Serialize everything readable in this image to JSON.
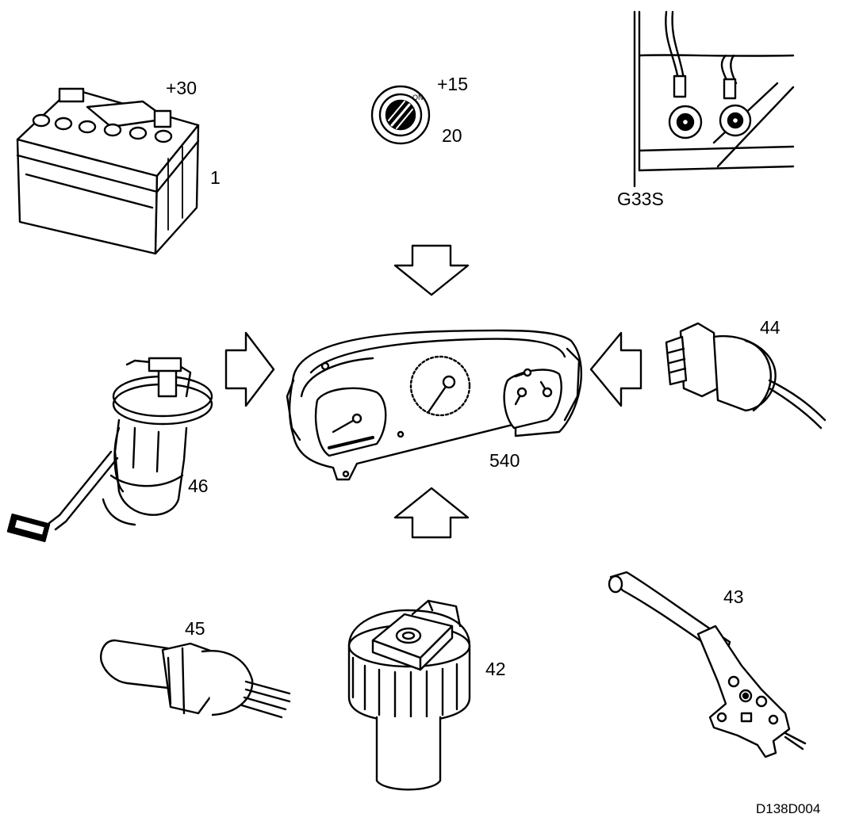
{
  "labels": {
    "battery_terminal": "+30",
    "battery": "1",
    "ignition_terminal": "+15",
    "ignition": "20",
    "ground": "G33S",
    "sensor_44": "44",
    "fuel_pump": "46",
    "instrument_cluster": "540",
    "sensor_45": "45",
    "washer_sensor": "42",
    "handbrake": "43"
  },
  "drawing_code": "D138D004"
}
